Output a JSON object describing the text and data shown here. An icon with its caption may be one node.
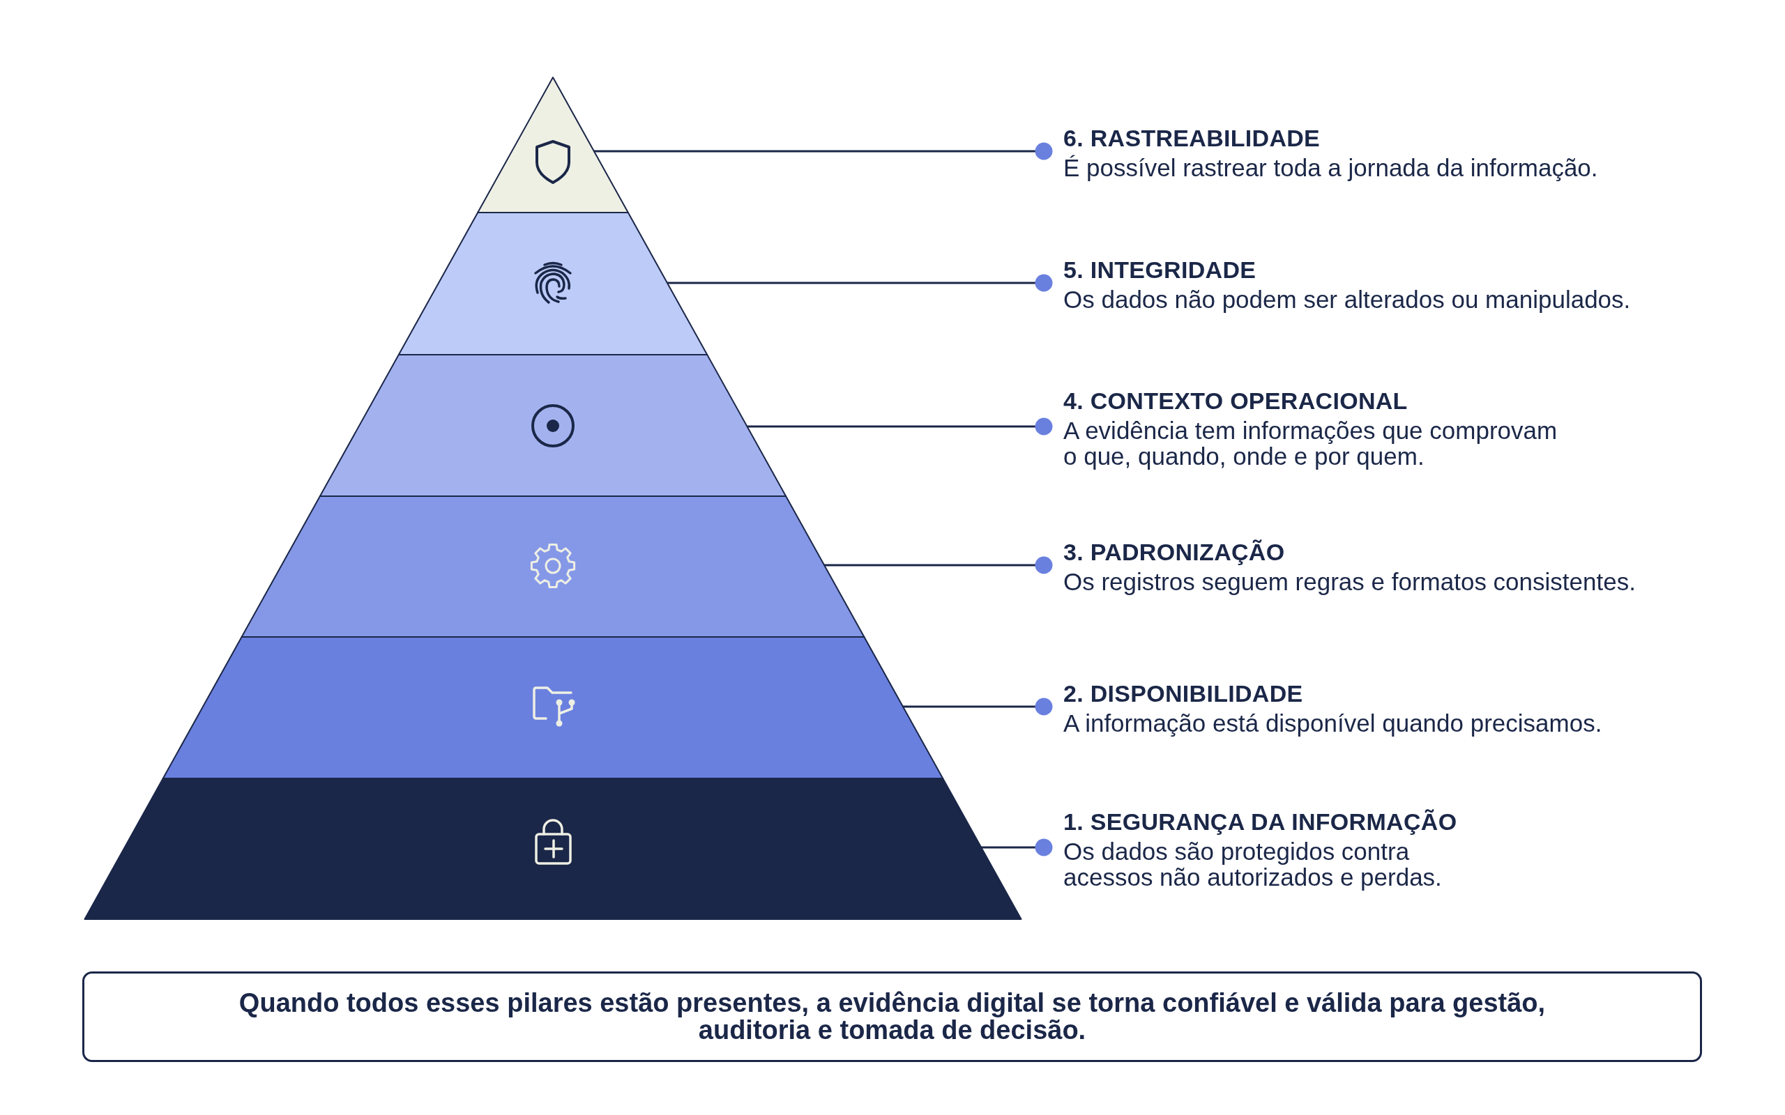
{
  "diagram": {
    "nodes": [
      {
        "text": [],
        "shape": "triangle"
      },
      {
        "text": [],
        "shape": "trapezoid"
      },
      {
        "text": [],
        "shape": "trapezoid"
      },
      {
        "text": [],
        "shape": "trapezoid"
      },
      {
        "text": [],
        "shape": "trapezoid"
      },
      {
        "text": [],
        "shape": "trapezoid"
      },
      {
        "text": [
          "6. RASTREABILIDADE",
          "É possível rastrear toda a jornada da informação."
        ]
      },
      {
        "text": [
          "5. INTEGRIDADE",
          "Os dados não podem ser alterados ou manipulados."
        ]
      },
      {
        "text": [
          "4. CONTEXTO OPERACIONAL",
          "A evidência tem informações que comprovam o que, quando, onde e por quem."
        ]
      },
      {
        "text": [
          "3. PADRONIZAÇÃO",
          "Os registros seguem regras e formatos consistentes."
        ]
      },
      {
        "text": [
          "2. DISPONIBILIDADE",
          "A informação está disponível quando precisamos."
        ]
      },
      {
        "text": [
          "1. SEGURANÇA DA INFORMAÇÃO",
          "Os dados são protegidos contra acessos não autorizados e perdas."
        ]
      },
      {
        "text": [
          "Quando todos esses pilares estão presentes, a evidência digital se torna confiável e válida para gestão, auditoria e tomada de decisão."
        ]
      }
    ],
    "edges": [
      {
        "from": 6,
        "to": 0,
        "arrow": "other"
      },
      {
        "from": 7,
        "to": 1,
        "arrow": "other"
      },
      {
        "from": 8,
        "to": 2,
        "arrow": "other"
      },
      {
        "from": 9,
        "to": 3,
        "arrow": "other"
      },
      {
        "from": 10,
        "to": 4,
        "arrow": "other"
      },
      {
        "from": 11,
        "to": 5,
        "arrow": "other"
      }
    ]
  }
}
